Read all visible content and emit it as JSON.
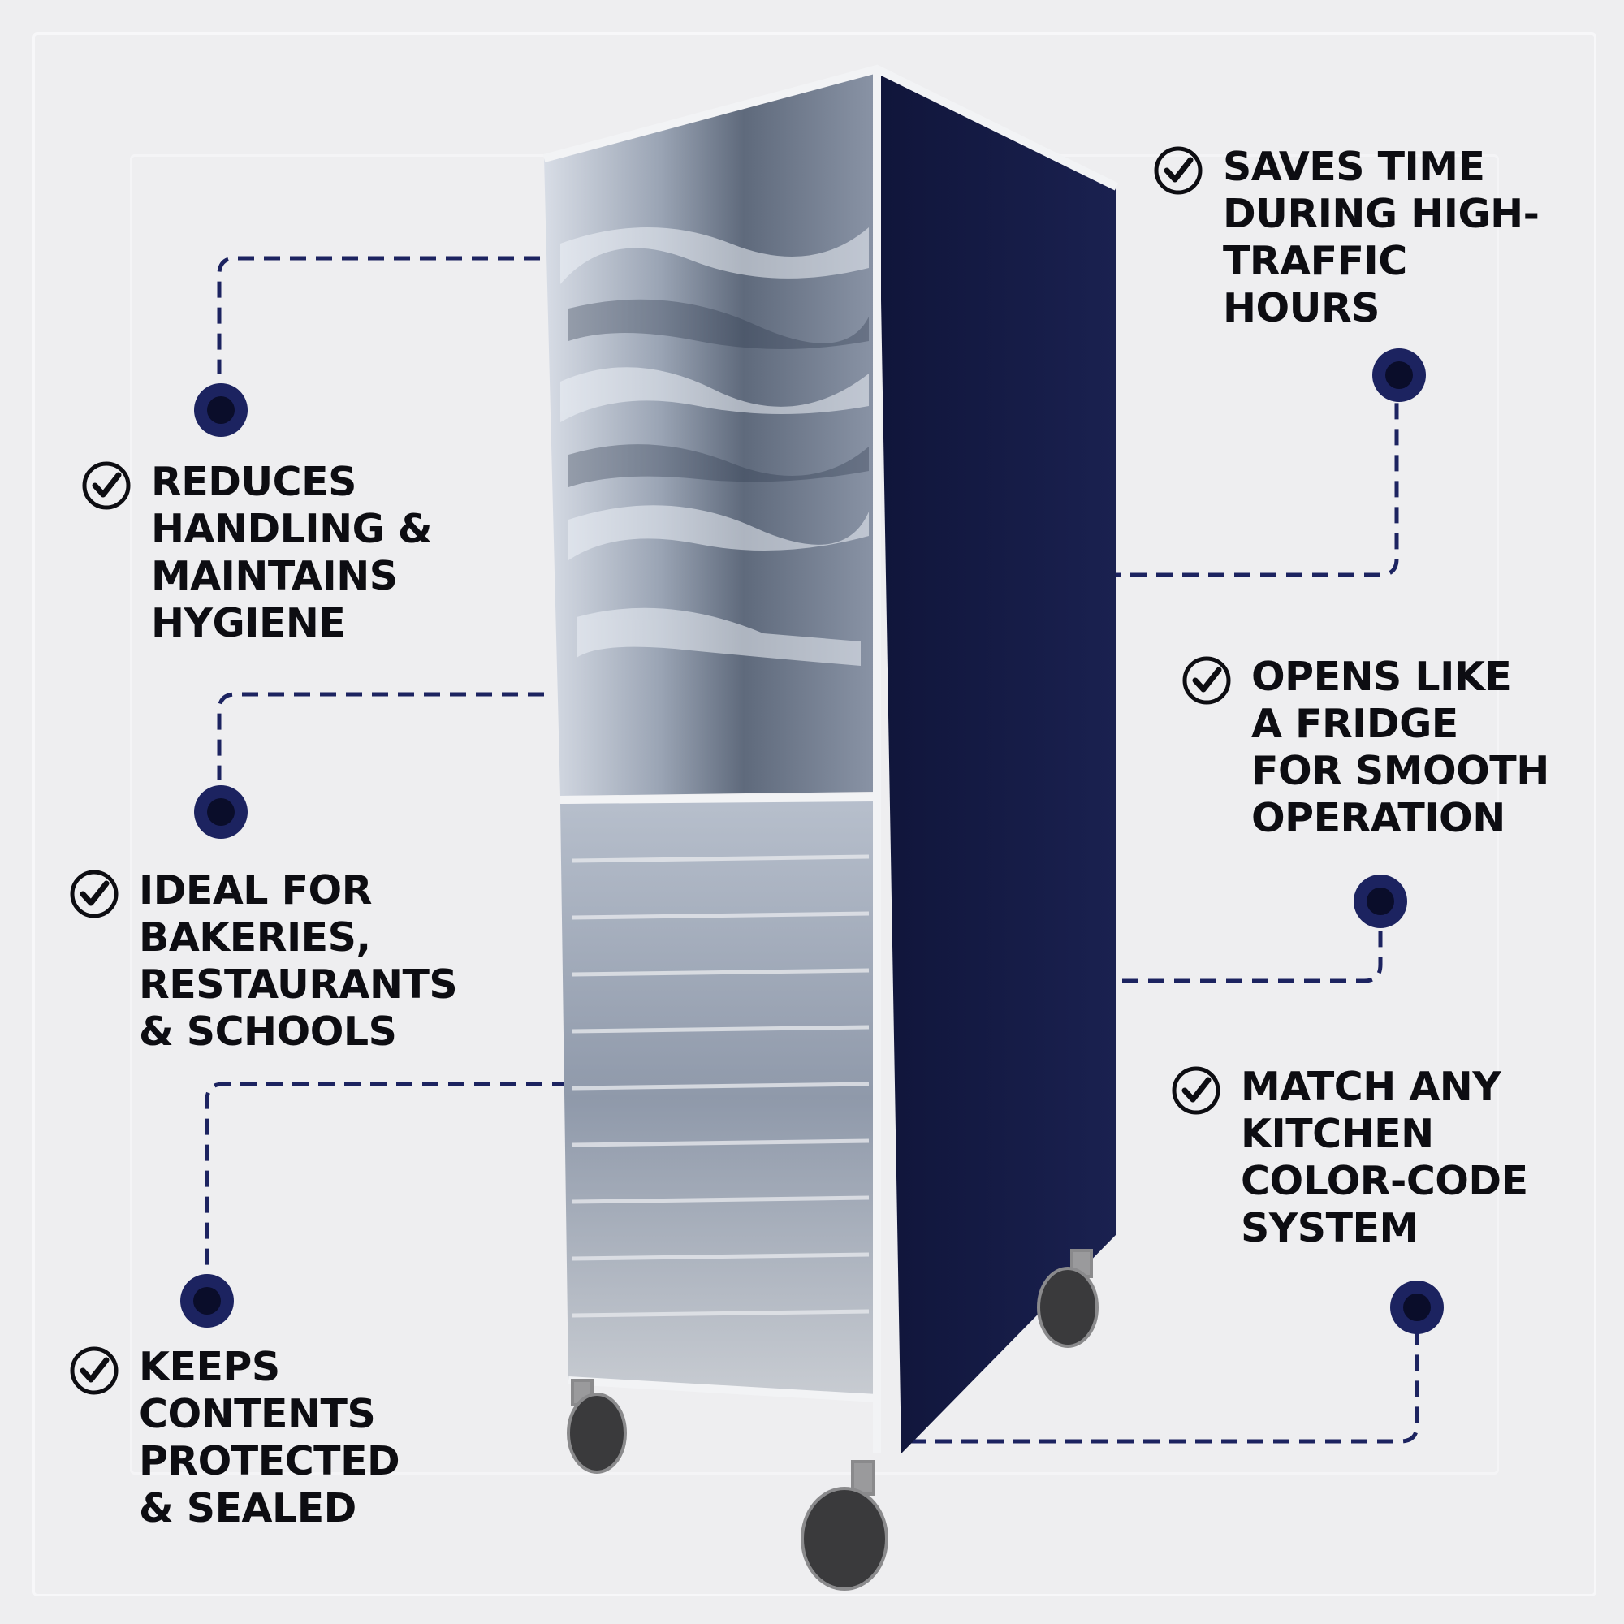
{
  "features": [
    {
      "id": "saves-time",
      "text": "SAVES TIME\nDURING HIGH-\nTRAFFIC\nHOURS",
      "side": "right"
    },
    {
      "id": "reduces-handling",
      "text": "REDUCES\nHANDLING &\nMAINTAINS\nHYGIENE",
      "side": "left"
    },
    {
      "id": "opens-like-fridge",
      "text": "OPENS LIKE\nA FRIDGE\nFOR SMOOTH\nOPERATION",
      "side": "right"
    },
    {
      "id": "ideal-for",
      "text": "IDEAL FOR\nBAKERIES,\nRESTAURANTS\n& SCHOOLS",
      "side": "left"
    },
    {
      "id": "match-color",
      "text": "MATCH ANY\nKITCHEN\nCOLOR-CODE\n SYSTEM",
      "side": "right"
    },
    {
      "id": "keeps-protected",
      "text": "KEEPS\nCONTENTS\nPROTECTED\n& SEALED",
      "side": "left"
    }
  ],
  "colors": {
    "accent_navy": "#1c2360",
    "cover_navy": "#141a3e",
    "text": "#0d0d12",
    "background": "#eeeef0"
  },
  "icons": {
    "check": "check-circle-icon",
    "marker": "marker-dot-icon"
  }
}
